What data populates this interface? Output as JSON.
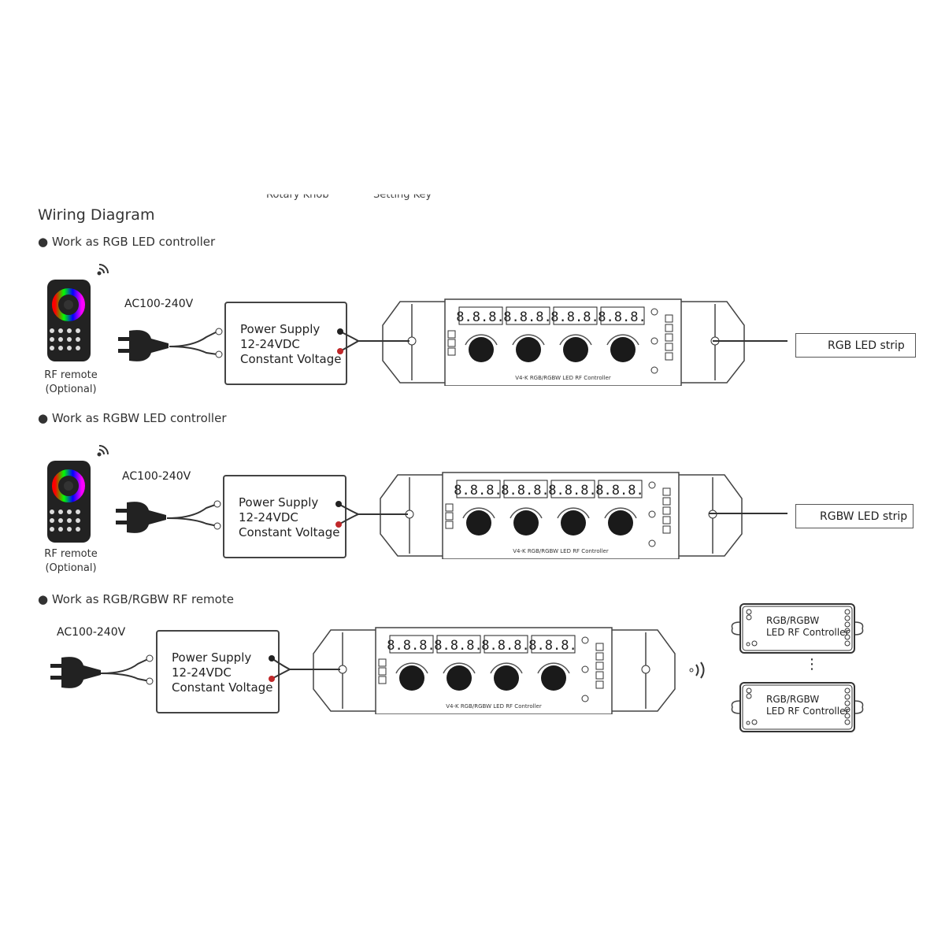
{
  "header": {
    "title": "Wiring Diagram",
    "cut_text_1": "Rotary Knob",
    "cut_text_2": "Setting Key"
  },
  "sections": [
    {
      "heading": "Work as RGB LED controller",
      "remote_label": "RF remote",
      "remote_note": "(Optional)",
      "ac_label": "AC100-240V",
      "psu": [
        "Power Supply",
        "12-24VDC",
        "Constant Voltage"
      ],
      "output": "RGB LED strip"
    },
    {
      "heading": "Work as RGBW LED controller",
      "remote_label": "RF remote",
      "remote_note": "(Optional)",
      "ac_label": "AC100-240V",
      "psu": [
        "Power Supply",
        "12-24VDC",
        "Constant Voltage"
      ],
      "output": "RGBW LED strip"
    },
    {
      "heading": "Work as RGB/RGBW RF remote",
      "ac_label": "AC100-240V",
      "psu": [
        "Power Supply",
        "12-24VDC",
        "Constant Voltage"
      ],
      "receivers": [
        [
          "RGB/RGBW",
          "LED RF Controller"
        ],
        [
          "RGB/RGBW",
          "LED RF Controller"
        ]
      ],
      "ellipsis": "⋮"
    }
  ],
  "controller": {
    "model_label": "V4-K  RGB/RGBW LED RF Controller",
    "display_digits": "8.8.8."
  },
  "colors": {
    "wire": "#333333",
    "red_terminal": "#c0282a",
    "outline": "#444444"
  }
}
